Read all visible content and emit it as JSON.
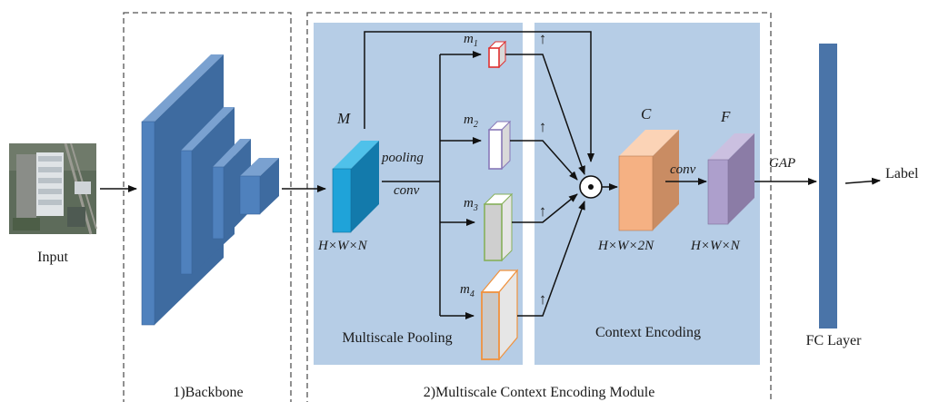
{
  "input": {
    "label": "Input"
  },
  "backbone": {
    "caption": "1)Backbone"
  },
  "module": {
    "caption": "2)Multiscale Context Encoding Module"
  },
  "feature_m": {
    "name": "M",
    "dims": "H×W×N"
  },
  "ops": {
    "pooling": "pooling",
    "conv1": "conv",
    "conv2": "conv",
    "gap": "GAP"
  },
  "pooled": [
    {
      "name": "m",
      "sub": "1",
      "color": "#e03030"
    },
    {
      "name": "m",
      "sub": "2",
      "color": "#8878b8"
    },
    {
      "name": "m",
      "sub": "3",
      "color": "#86b05a"
    },
    {
      "name": "m",
      "sub": "4",
      "color": "#f0923e"
    }
  ],
  "upsample_symbol": "↑",
  "multiply_symbol": "⊙",
  "feature_c": {
    "name": "C",
    "dims": "H×W×2N"
  },
  "feature_f": {
    "name": "F",
    "dims": "H×W×N"
  },
  "section_pooling": "Multiscale Pooling",
  "section_encoding": "Context Encoding",
  "fc": {
    "label": "FC Layer"
  },
  "output": {
    "label": "Label"
  },
  "colors": {
    "panel": "#b6cde6",
    "backbone_face": "#4f81bd",
    "m_face": "#1fa3d9",
    "c_face": "#f5b183",
    "f_face": "#ad9fcc",
    "fc_bar": "#4a74a8"
  }
}
